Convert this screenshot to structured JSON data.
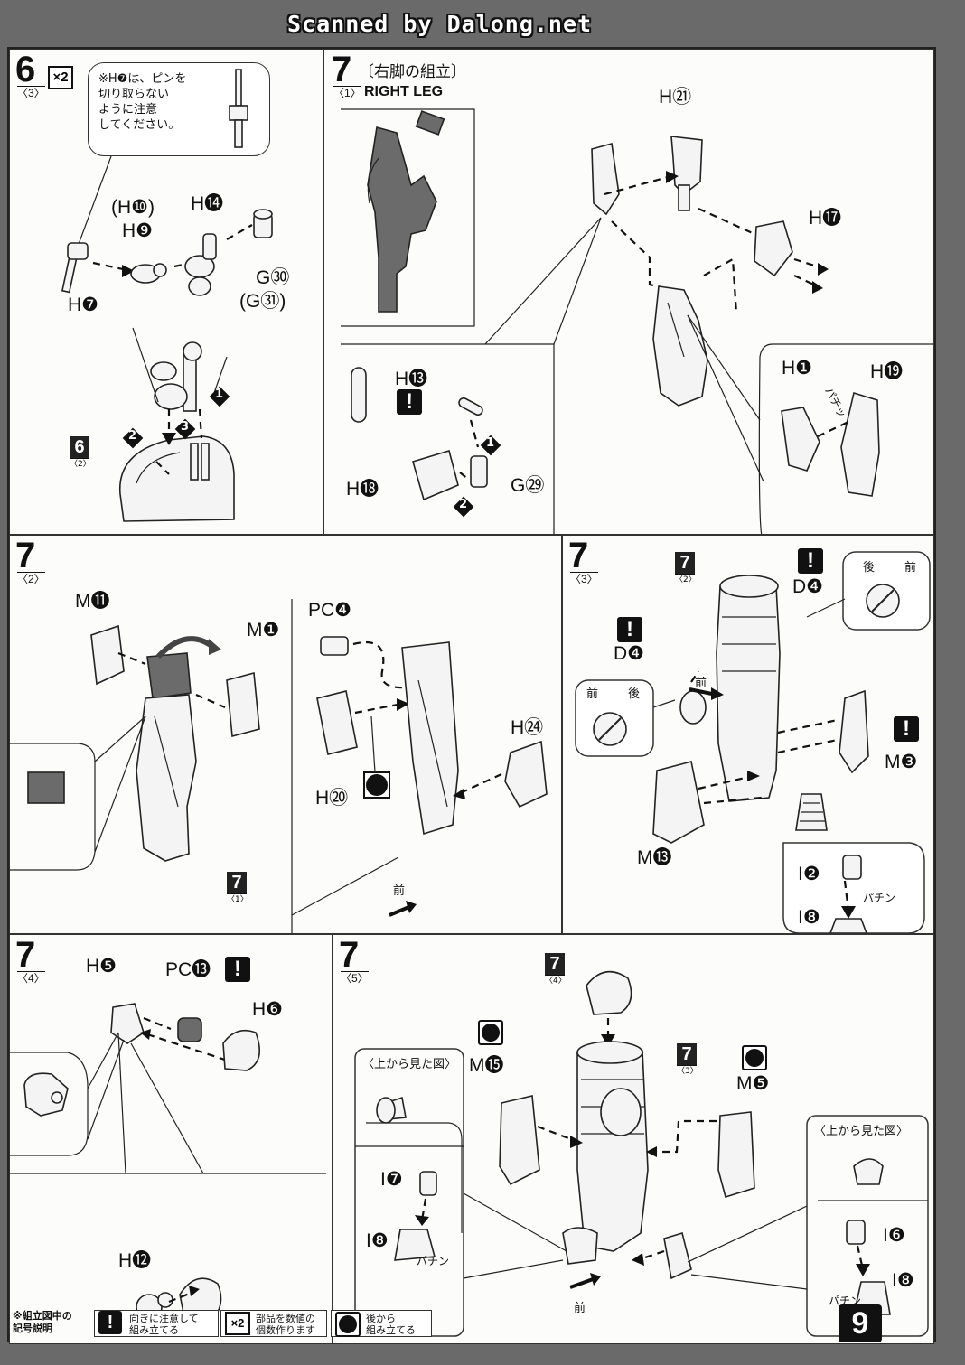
{
  "banner": "Scanned by Dalong.net",
  "page_number": "9",
  "steps": {
    "s6": {
      "num": "6",
      "sub": "〈3〉",
      "multiplier": "×2",
      "note": "※H❼は、ピンを\n切り取らない\nように注意\nしてください。",
      "labels": {
        "h7": "H❼",
        "h10": "(H❿)",
        "h9": "H❾",
        "h14": "H⓮",
        "g30": "G㉚",
        "g31": "(G㉛)"
      },
      "ref_num": "6",
      "ref_sub": "〈2〉",
      "arrows": [
        "1",
        "2",
        "3"
      ]
    },
    "s7_1": {
      "num": "7",
      "sub": "〈1〉",
      "title": "〔右脚の組立〕",
      "subtitle": "RIGHT LEG",
      "labels": {
        "h21": "H㉑",
        "h17": "H⓱",
        "h1": "H❶",
        "h19": "H⓳",
        "h13": "H⓭",
        "h18": "H⓲",
        "g29": "G㉙"
      },
      "click": "パチッ",
      "arrows": [
        "1",
        "2"
      ]
    },
    "s7_2": {
      "num": "7",
      "sub": "〈2〉",
      "labels": {
        "m11": "M⓫",
        "m1": "M❶",
        "pc4": "PC❹",
        "h24": "H㉔",
        "h20": "H⑳"
      },
      "ref_num": "7",
      "ref_sub": "〈1〉",
      "front": "前"
    },
    "s7_3": {
      "num": "7",
      "sub": "〈3〉",
      "labels": {
        "d4a": "D❹",
        "d4b": "D❹",
        "m3": "M❸",
        "m13": "M⓭",
        "i2": "I❷",
        "i8": "I❽"
      },
      "ref_num": "7",
      "ref_sub": "〈2〉",
      "back": "後",
      "front": "前",
      "click": "パチン"
    },
    "s7_4": {
      "num": "7",
      "sub": "〈4〉",
      "labels": {
        "h5": "H❺",
        "pc13": "PC⓭",
        "h6": "H❻",
        "h12": "H⓬"
      }
    },
    "s7_5": {
      "num": "7",
      "sub": "〈5〉",
      "labels": {
        "m15": "M⓯",
        "m5": "M❺",
        "i7": "I❼",
        "i8a": "I❽",
        "i6": "I❻",
        "i8b": "I❽"
      },
      "ref_a_num": "7",
      "ref_a_sub": "〈4〉",
      "ref_b_num": "7",
      "ref_b_sub": "〈3〉",
      "top_view": "〈上から見た図〉",
      "click": "パチン",
      "front": "前"
    }
  },
  "legend": {
    "title": "※組立図中の\n記号説明",
    "items": [
      {
        "icon": "!",
        "text": "向きに注意して\n組み立てる"
      },
      {
        "icon": "×2",
        "text": "部品を数値の\n個数作ります"
      },
      {
        "icon": "back-icon",
        "text": "後から\n組み立てる"
      }
    ]
  }
}
